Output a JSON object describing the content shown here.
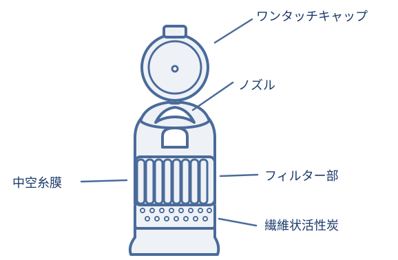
{
  "labels": {
    "cap": "ワンタッチキャップ",
    "nozzle": "ノズル",
    "hollow_fiber": "中空糸膜",
    "filter": "フィルター部",
    "carbon": "繊維状活性炭"
  },
  "colors": {
    "stroke": "#4a6b9a",
    "fill": "#eef1f6",
    "text": "#1b3a6b"
  }
}
